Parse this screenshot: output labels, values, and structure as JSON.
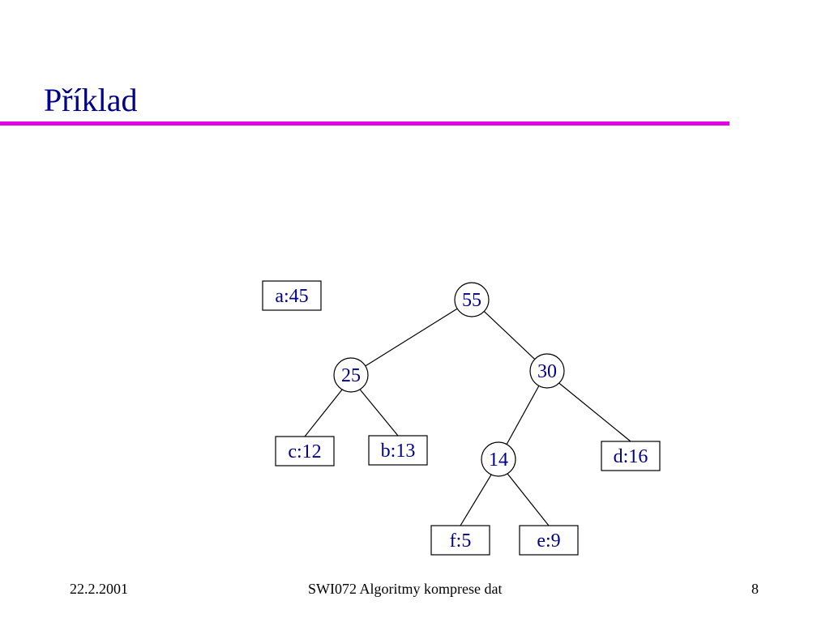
{
  "slide": {
    "title": "Příklad"
  },
  "tree": {
    "nodes": [
      {
        "id": "n55",
        "label": "55",
        "shape": "circle"
      },
      {
        "id": "n25",
        "label": "25",
        "shape": "circle"
      },
      {
        "id": "n30",
        "label": "30",
        "shape": "circle"
      },
      {
        "id": "n14",
        "label": "14",
        "shape": "circle"
      },
      {
        "id": "a",
        "label": "a:45",
        "shape": "box"
      },
      {
        "id": "c",
        "label": "c:12",
        "shape": "box"
      },
      {
        "id": "b",
        "label": "b:13",
        "shape": "box"
      },
      {
        "id": "d",
        "label": "d:16",
        "shape": "box"
      },
      {
        "id": "f",
        "label": "f:5",
        "shape": "box"
      },
      {
        "id": "e",
        "label": "e:9",
        "shape": "box"
      }
    ],
    "edges": [
      {
        "from": "n55",
        "to": "n25"
      },
      {
        "from": "n55",
        "to": "n30"
      },
      {
        "from": "n25",
        "to": "c"
      },
      {
        "from": "n25",
        "to": "b"
      },
      {
        "from": "n30",
        "to": "n14"
      },
      {
        "from": "n30",
        "to": "d"
      },
      {
        "from": "n14",
        "to": "f"
      },
      {
        "from": "n14",
        "to": "e"
      }
    ]
  },
  "footer": {
    "date": "22.2.2001",
    "course": "SWI072 Algoritmy komprese dat",
    "page": "8"
  },
  "colors": {
    "text": "#00008b",
    "rule": "#e600e6"
  }
}
